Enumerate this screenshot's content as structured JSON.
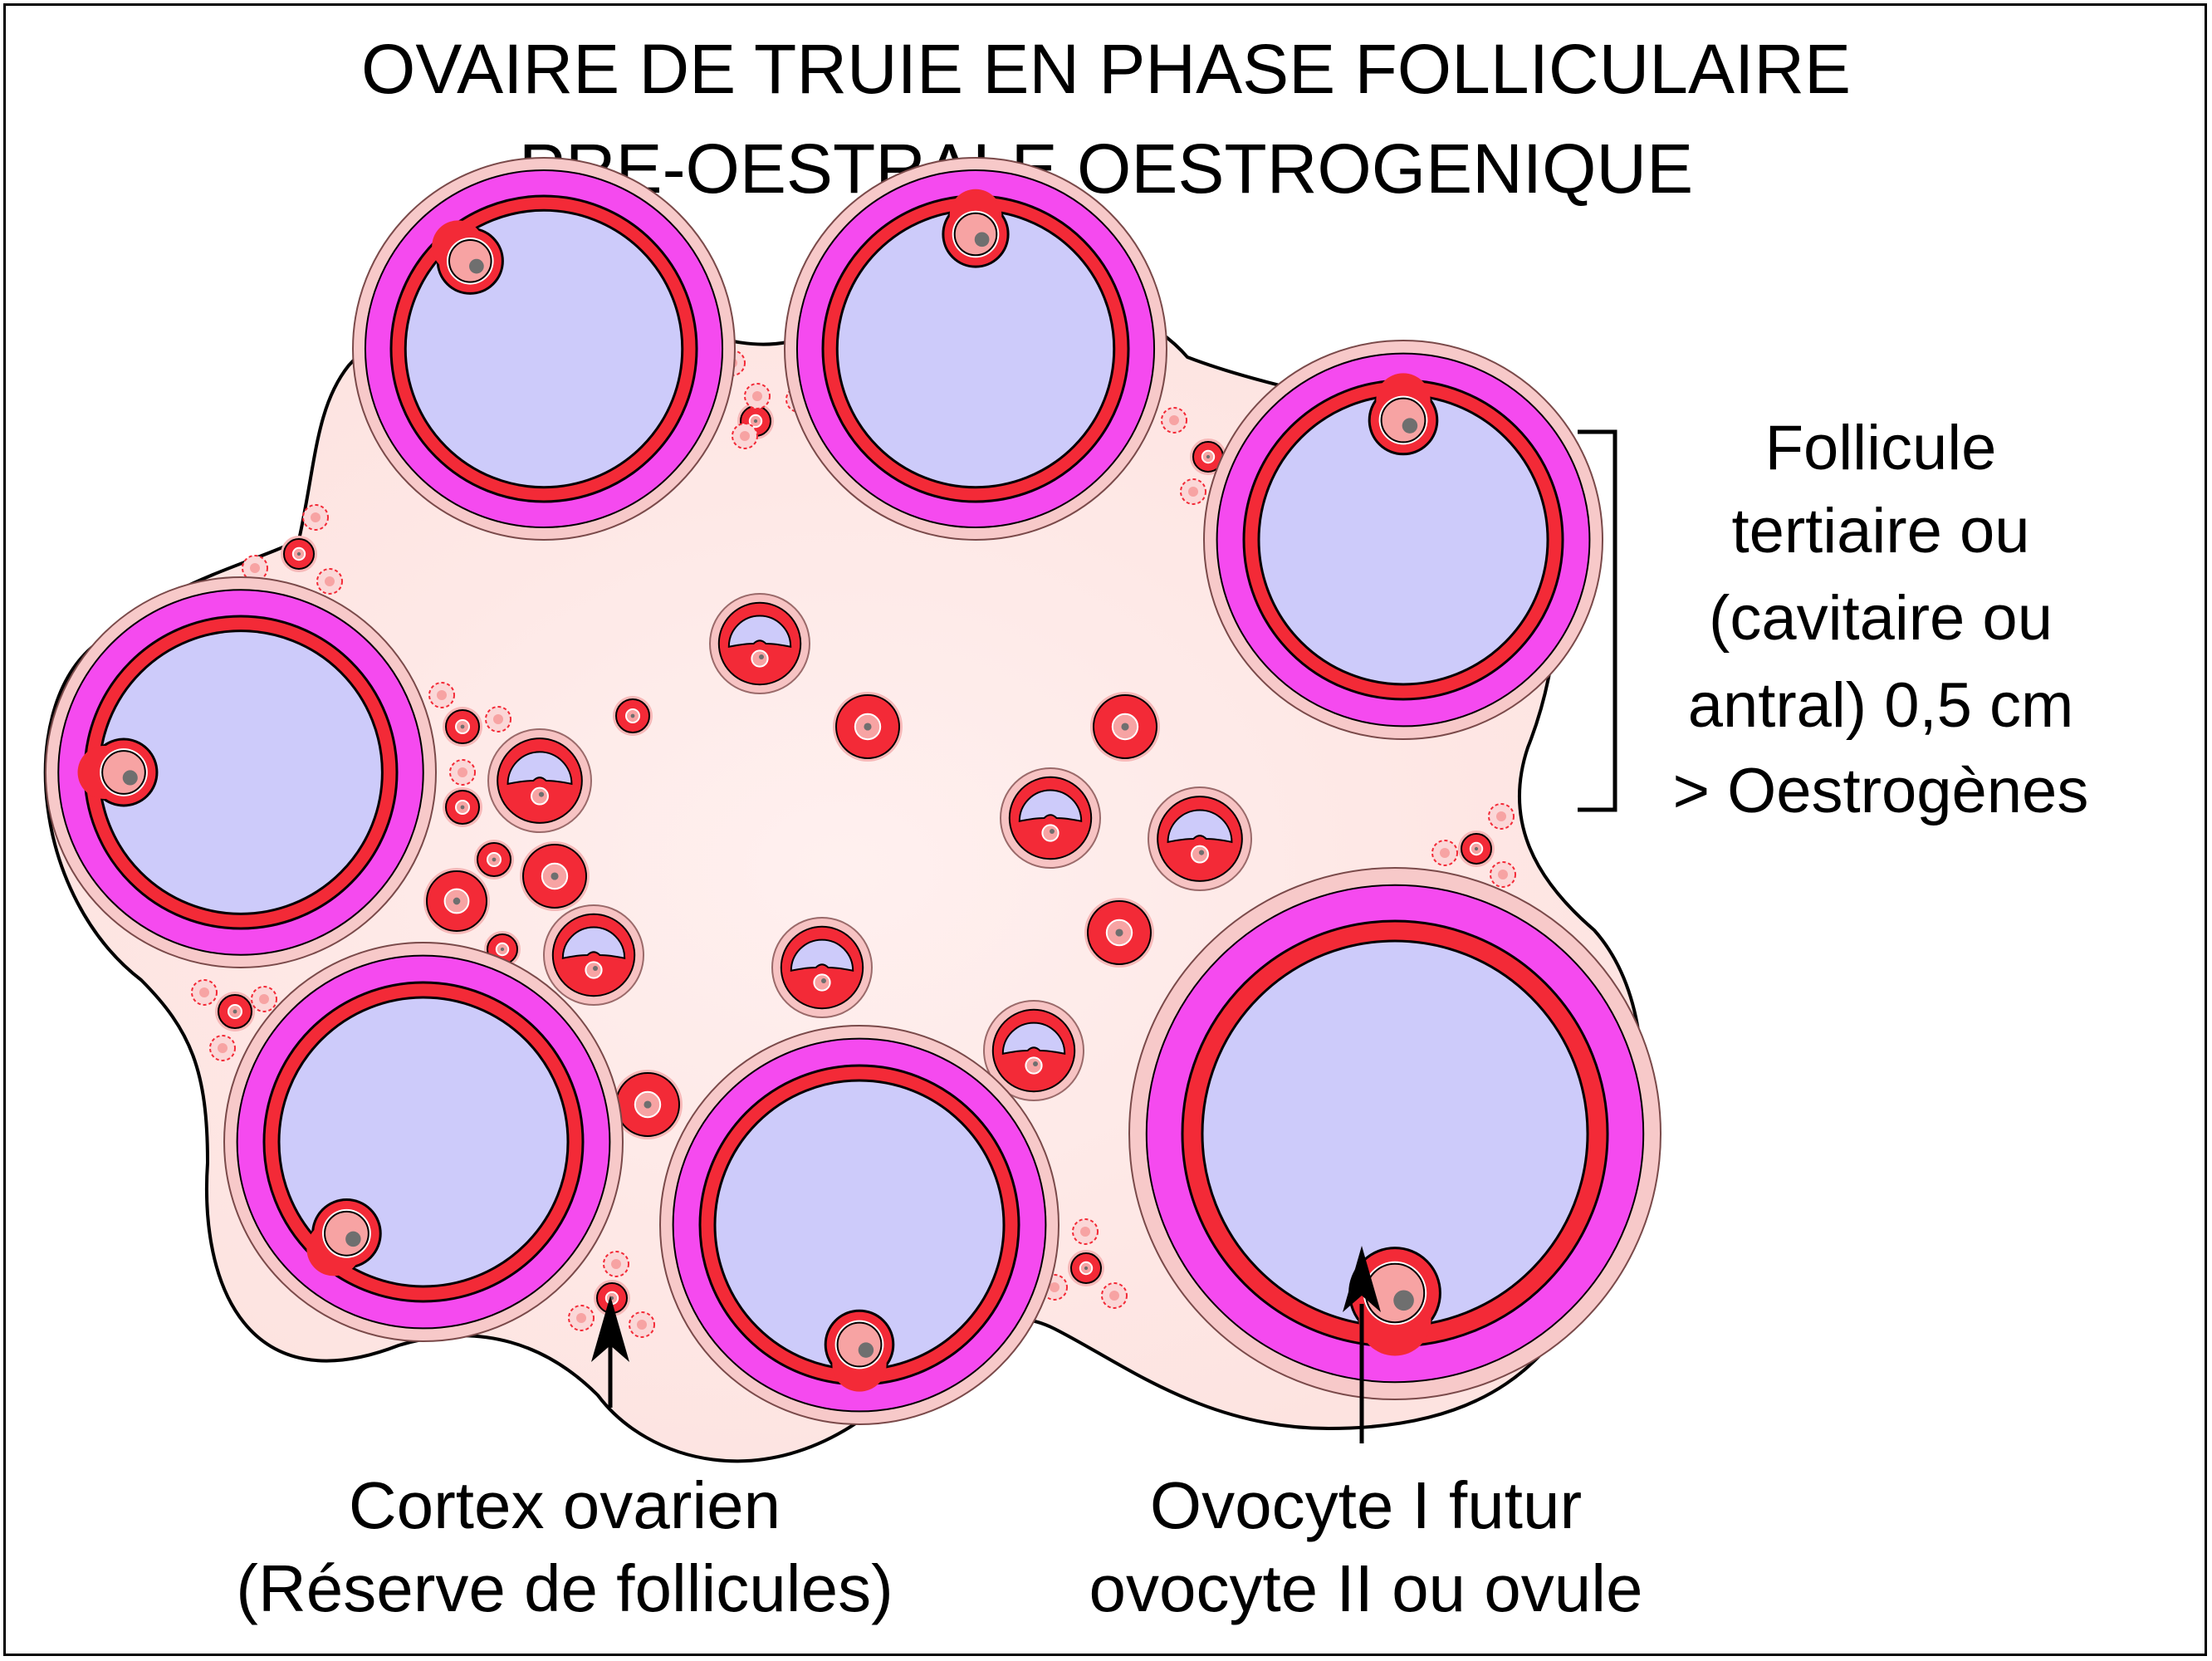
{
  "title": {
    "line1": "OVAIRE DE TRUIE EN PHASE FOLLICULAIRE",
    "line2": "PRE-OESTRALE OESTROGENIQUE"
  },
  "labels": {
    "tertiary_follicle": [
      "Follicule",
      "tertiaire ou",
      "(cavitaire ou",
      "antral) 0,5 cm",
      "> Oestrogènes"
    ],
    "cortex": [
      "Cortex ovarien",
      "(Réserve de follicules)"
    ],
    "oocyte": [
      "Ovocyte I futur",
      "ovocyte II ou ovule"
    ]
  },
  "colors": {
    "stroma": "#fde3e0",
    "stroma_center": "#fff0ef",
    "theca_externa": "#f7c9c9",
    "theca_interna": "#f54aef",
    "granulosa": "#f32a37",
    "antrum": "#cdcbfa",
    "oocyte": "#f7a3a3",
    "nucleus": "#6f6f6f",
    "outline": "#000000"
  }
}
